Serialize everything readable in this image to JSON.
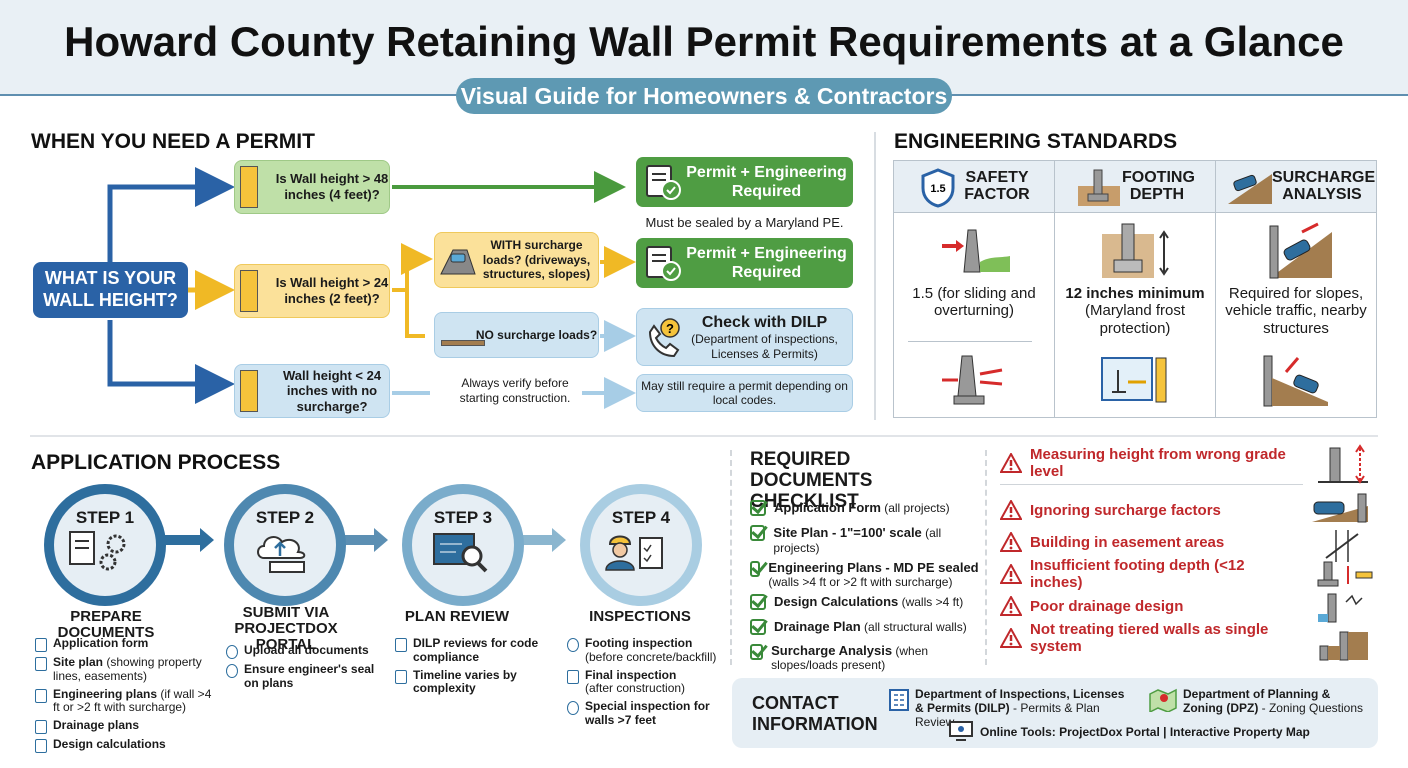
{
  "header": {
    "title": "Howard County Retaining Wall Permit Requirements at a Glance",
    "subtitle": "Visual Guide for Homeowners & Contractors"
  },
  "when_permit": {
    "heading": "WHEN YOU NEED A PERMIT",
    "start_question": "WHAT IS YOUR WALL HEIGHT?",
    "q48": "Is Wall height > 48 inches (4 feet)?",
    "q24": "Is Wall height > 24 inches (2 feet)?",
    "qless": "Wall height < 24 inches with no surcharge?",
    "with_surcharge": "WITH surcharge loads? (driveways, structures, slopes)",
    "no_surcharge": "NO surcharge loads?",
    "result1": "Permit + Engineering Required",
    "result1_note": "Must be sealed by a Maryland PE.",
    "result2": "Permit + Engineering Required",
    "dilp_title": "Check with DILP",
    "dilp_sub": "(Department of inspections, Licenses & Permits)",
    "verify_note": "Always verify before starting construction.",
    "may_require": "May still require a permit depending on local codes."
  },
  "engineering": {
    "heading": "ENGINEERING STANDARDS",
    "cols": [
      {
        "title": "SAFETY FACTOR",
        "badge": "1.5",
        "value": "1.5 (for sliding and overturning)"
      },
      {
        "title": "FOOTING DEPTH",
        "value_bold": "12 inches minimum",
        "value": "(Maryland frost protection)"
      },
      {
        "title": "SURCHARGE ANALYSIS",
        "value": "Required for slopes, vehicle traffic, nearby structures"
      }
    ]
  },
  "process": {
    "heading": "APPLICATION PROCESS",
    "steps": [
      {
        "label": "STEP 1",
        "title": "PREPARE DOCUMENTS"
      },
      {
        "label": "STEP 2",
        "title": "SUBMIT VIA PROJECTDOX PORTAL"
      },
      {
        "label": "STEP 3",
        "title": "PLAN REVIEW"
      },
      {
        "label": "STEP 4",
        "title": "INSPECTIONS"
      }
    ],
    "step1_items": [
      {
        "b": "Application form",
        "n": ""
      },
      {
        "b": "Site plan",
        "n": " (showing property lines, easements)"
      },
      {
        "b": "Engineering plans",
        "n": " (if wall >4 ft or >2 ft with surcharge)"
      },
      {
        "b": "Drainage plans",
        "n": ""
      },
      {
        "b": "Design calculations",
        "n": ""
      }
    ],
    "step2_items": [
      "Upload all documents",
      "Ensure engineer's seal on plans"
    ],
    "step3_items": [
      "DILP reviews for code compliance",
      "Timeline varies by complexity"
    ],
    "step4_items": [
      {
        "b": "Footing inspection",
        "n": "(before concrete/backfill)"
      },
      {
        "b": "Final inspection",
        "n": "(after construction)"
      },
      {
        "b": "Special inspection for walls >7 feet",
        "n": ""
      }
    ]
  },
  "checklist": {
    "heading": "REQUIRED DOCUMENTS CHECKLIST",
    "items": [
      {
        "b": "Application Form",
        "n": " (all projects)"
      },
      {
        "b": "Site Plan - 1\"=100' scale",
        "n": " (all projects)"
      },
      {
        "b": "Engineering Plans - MD PE sealed",
        "n": " (walls >4 ft or >2 ft with surcharge)"
      },
      {
        "b": "Design Calculations",
        "n": " (walls >4 ft)"
      },
      {
        "b": "Drainage Plan",
        "n": " (all structural walls)"
      },
      {
        "b": "Surcharge Analysis",
        "n": " (when slopes/loads present)"
      }
    ]
  },
  "mistakes": [
    "Measuring height from wrong grade level",
    "Ignoring surcharge factors",
    "Building in easement areas",
    "Insufficient footing depth (<12 inches)",
    "Poor drainage design",
    "Not treating tiered walls as single system"
  ],
  "contact": {
    "heading": "CONTACT INFORMATION",
    "dilp_b": "Department of Inspections, Licenses & Permits (DILP)",
    "dilp_n": " - Permits & Plan Review",
    "dpz_b": "Department of Planning & Zoning (DPZ)",
    "dpz_n": " - Zoning Questions",
    "tools": "Online Tools: ProjectDox Portal | Interactive Property Map"
  }
}
